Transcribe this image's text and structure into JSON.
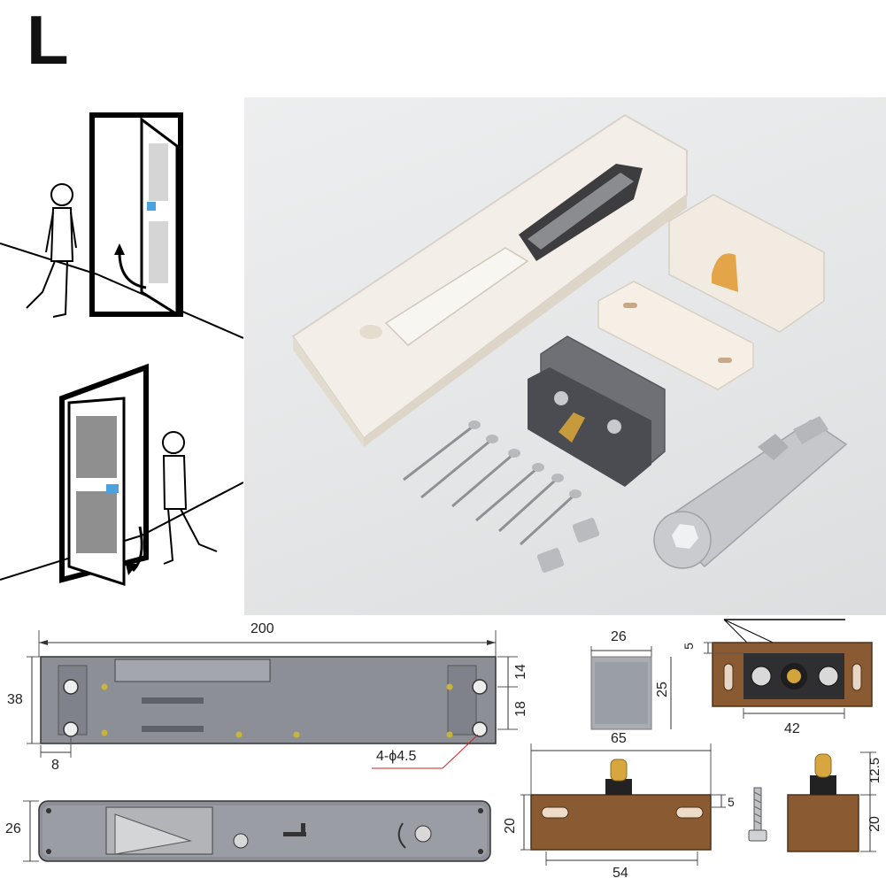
{
  "variant_label": "L",
  "drawing": {
    "dimensions": {
      "length": "200",
      "height": "38",
      "slot_height": "14",
      "hole_spacing": "18",
      "edge_offset": "8",
      "holes": "4-ϕ4.5",
      "side_thickness": "26"
    },
    "bracket_top": {
      "width": "26",
      "height": "25"
    },
    "catch_front": {
      "offset": "5",
      "width": "42"
    },
    "catch_side": {
      "length": "65",
      "height": "20",
      "gap": "5",
      "base": "54"
    },
    "catch_end": {
      "pin_height": "12.5",
      "height": "20"
    }
  },
  "colors": {
    "drawing_gray": "#8c8f96",
    "catch_brown": "#8a5a32",
    "body_white": "#f3efe8"
  }
}
